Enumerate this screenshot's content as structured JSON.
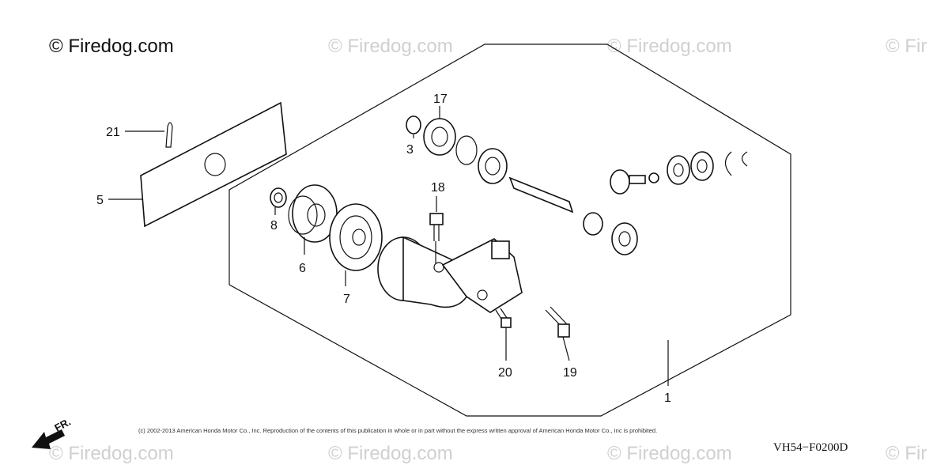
{
  "header": {
    "copyright": "© Firedog.com"
  },
  "watermarks": [
    "© Firedog.com",
    "© Firedog.com",
    "© Fir",
    "© Firedog.com",
    "© Firedog.com",
    "© Firedog.com",
    "© Fir"
  ],
  "callouts": {
    "p1": "1",
    "p3": "3",
    "p5": "5",
    "p6": "6",
    "p7": "7",
    "p8": "8",
    "p17": "17",
    "p18": "18",
    "p19": "19",
    "p20": "20",
    "p21": "21"
  },
  "direction_label": "FR.",
  "footer": {
    "notice": "(c) 2002-2013 American Honda Motor Co., Inc. Reproduction of the contents of this publication in whole or in part without the express written approval of American Honda Motor Co., Inc is prohibited.",
    "diagram_code": "VH54−F0200D"
  }
}
